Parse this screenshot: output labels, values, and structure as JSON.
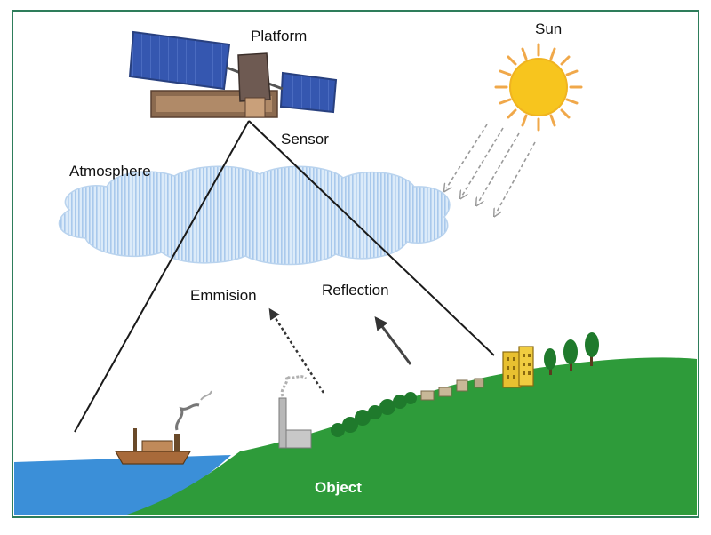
{
  "labels": {
    "platform": "Platform",
    "sun": "Sun",
    "sensor": "Sensor",
    "atmosphere": "Atmosphere",
    "emission": "Emmision",
    "reflection": "Reflection",
    "object": "Object"
  },
  "icons": [
    "satellite-icon",
    "sun-icon",
    "cloud-icon",
    "ship-icon",
    "factory-icon",
    "trees-icon",
    "buildings-icon"
  ],
  "colors": {
    "border": "#2e7d5b",
    "sky": "#ffffff",
    "water": "#3b8fd8",
    "land": "#2e9b3a",
    "sun": "#f7c51e",
    "sun_rays": "#f0a84a",
    "cloud": "#c6def4",
    "solar_panel": "#3557b0",
    "line": "#1a1a1a",
    "object_label": "#ffffff"
  }
}
